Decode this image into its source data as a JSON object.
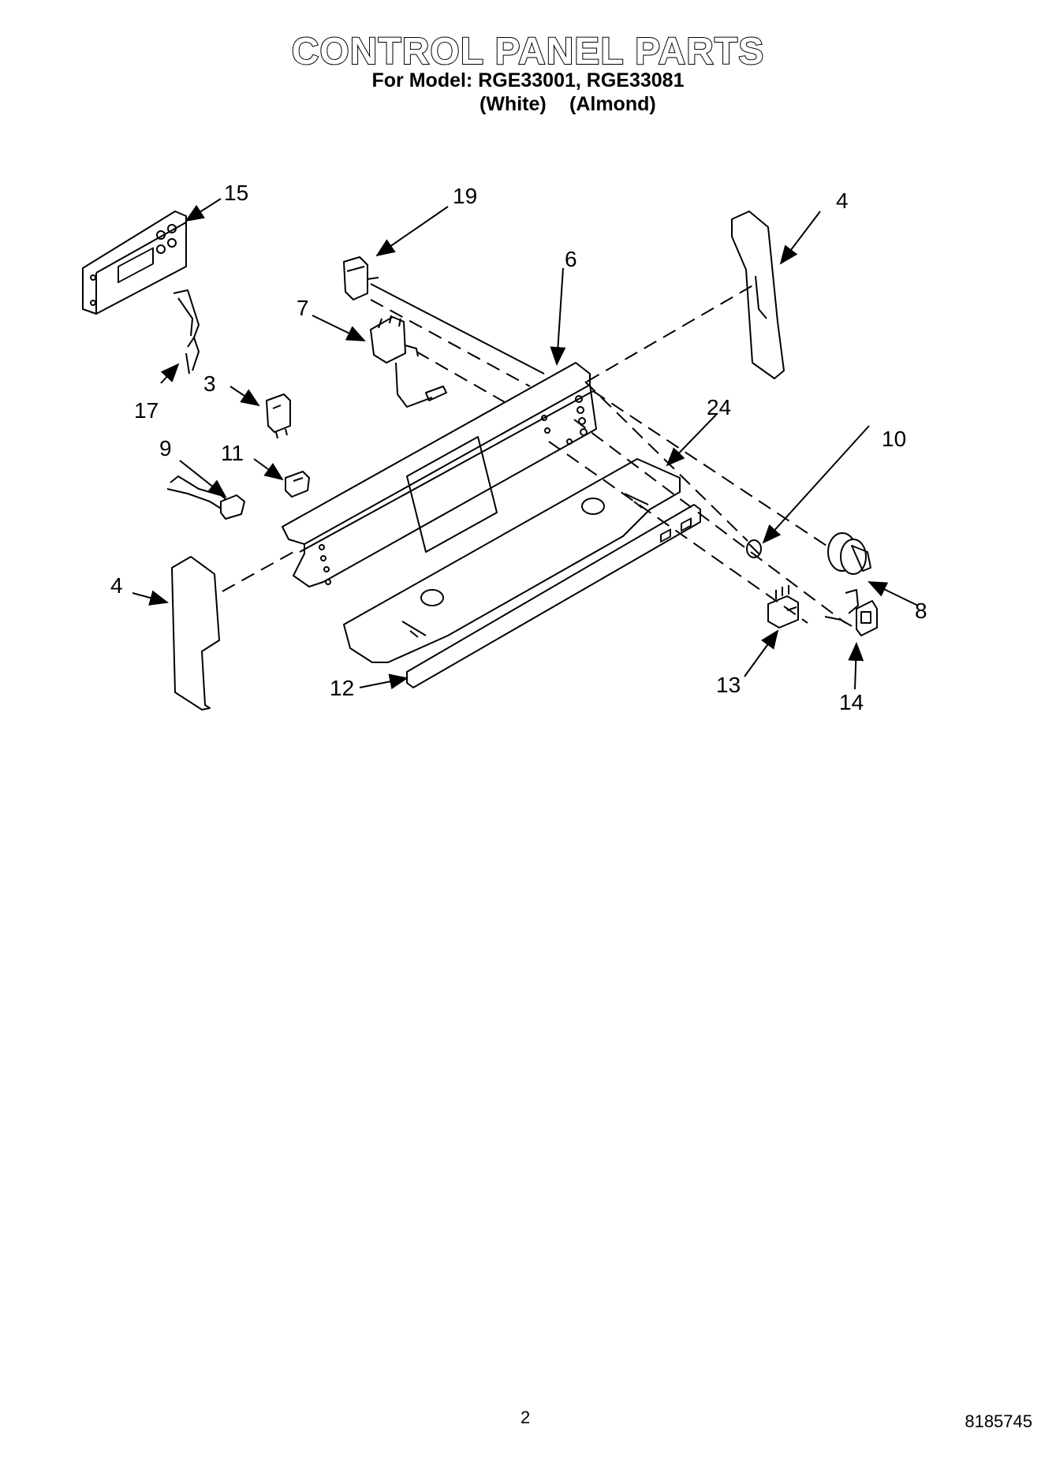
{
  "header": {
    "title": "CONTROL PANEL PARTS",
    "model_line": "For Model: RGE33001, RGE33081",
    "variant_white": "(White)",
    "variant_almond": "(Almond)"
  },
  "callouts": {
    "c15": "15",
    "c19": "19",
    "c4_right": "4",
    "c6": "6",
    "c7": "7",
    "c17": "17",
    "c3": "3",
    "c24": "24",
    "c10": "10",
    "c9": "9",
    "c11": "11",
    "c4_left": "4",
    "c8": "8",
    "c12": "12",
    "c13": "13",
    "c14": "14"
  },
  "footer": {
    "page_number": "2",
    "doc_number": "8185745"
  }
}
